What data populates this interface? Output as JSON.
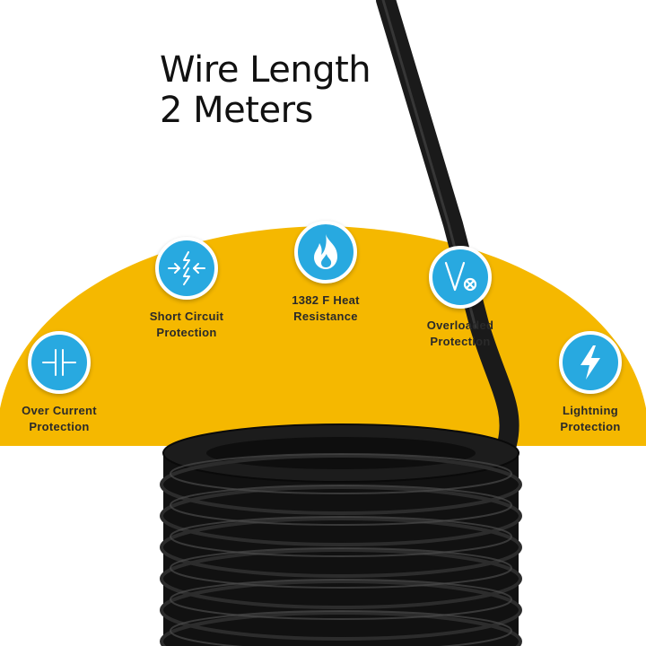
{
  "headline": {
    "line1": "Wire Length",
    "line2": "2 Meters"
  },
  "colors": {
    "accent_yellow": "#f5b800",
    "badge_blue": "#28a9e0",
    "cable_black": "#1a1a1a",
    "text_dark": "#2a2a2a"
  },
  "features": [
    {
      "line1": "Over Current",
      "line2": "Protection",
      "icon": "current-icon"
    },
    {
      "line1": "Short Circuit",
      "line2": "Protection",
      "icon": "short-circuit-icon"
    },
    {
      "line1": "1382 F Heat",
      "line2": "Resistance",
      "icon": "flame-icon"
    },
    {
      "line1": "Overloaded",
      "line2": "Protection",
      "icon": "overload-icon"
    },
    {
      "line1": "Lightning",
      "line2": "Protection",
      "icon": "lightning-icon"
    }
  ]
}
